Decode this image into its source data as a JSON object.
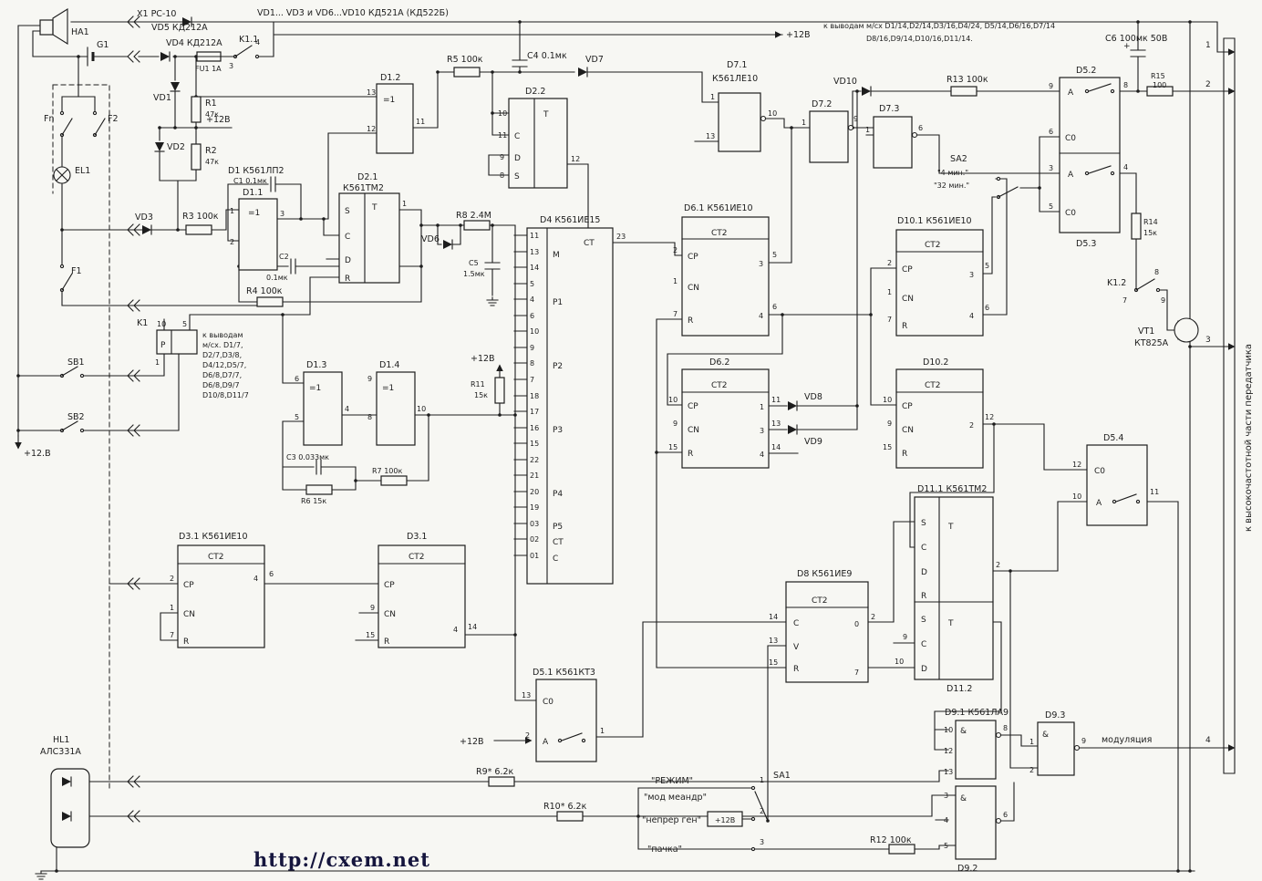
{
  "notes": {
    "x1": "X1 PC-10",
    "vd5": "VD5 КД212А",
    "diodes": "VD1... VD3 и VD6...VD10 КД521А (КД522Б)",
    "plus12": "+12В",
    "plus12b": "+12.В",
    "io1": "к выводам м/сх D1/14,D2/14,D3/16,D4/24, D5/14,D6/16,D7/14",
    "io2": "D8/16,D9/14,D10/16,D11/14.",
    "side": "к высокочастотной части передатчика",
    "wm": "http://cxem.net",
    "sa2a": "\"4 мин.\"",
    "sa2b": "\"32 мин.\"",
    "mod": "модуляция"
  },
  "io_left": {
    "l1": "к выводам",
    "l2": "м/сх. D1/7,",
    "l3": "D2/7,D3/8,",
    "l4": "D4/12,D5/7,",
    "l5": "D6/8,D7/7,",
    "l6": "D6/8,D9/7",
    "l7": "D10/8,D11/7"
  },
  "mode": {
    "rezhim": "\"РЕЖИМ\"",
    "m1": "\"мод меандр\"",
    "m2": "\"непрер ген\"",
    "m3": "\"пачка\""
  },
  "sym": {
    "xor": "=1",
    "t": "T",
    "s": "S",
    "c": "C",
    "d": "D",
    "r": "R",
    "cp": "CP",
    "cn": "CN",
    "ct2": "CT2",
    "ct": "CT",
    "c0": "C0",
    "a": "A",
    "and": "&",
    "p": "P",
    "m": "M",
    "v": "V",
    "p1": "P1",
    "p2": "P2",
    "p3": "P3",
    "p4": "P4",
    "p5": "P5",
    "plus": "+"
  },
  "nums": {
    "0": "0",
    "1": "1",
    "2": "2",
    "3": "3",
    "4": "4",
    "5": "5",
    "6": "6",
    "7": "7",
    "8": "8",
    "9": "9",
    "10": "10",
    "11": "11",
    "12": "12",
    "13": "13",
    "14": "14",
    "15": "15",
    "16": "16",
    "17": "17",
    "18": "18",
    "19": "19",
    "20": "20",
    "21": "21",
    "22": "22",
    "23": "23",
    "01": "01",
    "02": "02",
    "03": "03"
  },
  "parts": {
    "ha1": "HA1",
    "g1": "G1",
    "vd4": "VD4 КД212А",
    "fu1": "FU1 1А",
    "k11": "K1.1",
    "k1": "K1",
    "k12": "K1.2",
    "fn": "Fn",
    "f1": "F1",
    "f2": "F2",
    "el1": "EL1",
    "hl1": "HL1",
    "hl1c": "АЛС331А",
    "sb1": "SB1",
    "sb2": "SB2",
    "sa1": "SA1",
    "sa2": "SA2",
    "vd1": "VD1",
    "vd2": "VD2",
    "vd3": "VD3",
    "vd6": "VD6",
    "vd7": "VD7",
    "vd8": "VD8",
    "vd9": "VD9",
    "vd10": "VD10",
    "r1": "R1",
    "r1v": "47к",
    "r2": "R2",
    "r2v": "47к",
    "r3": "R3 100к",
    "r4": "R4 100к",
    "r5": "R5 100к",
    "r6": "R6 15к",
    "r7": "R7 100к",
    "r8": "R8 2.4М",
    "r9": "R9* 6.2к",
    "r10": "R10* 6.2к",
    "r11": "R11",
    "r11v": "15к",
    "r12": "R12 100к",
    "r13": "R13 100к",
    "r14": "R14",
    "r14v": "15к",
    "r15": "R15",
    "r15v": "100",
    "c1": "C1 0.1мк",
    "c2": "C2",
    "c2v": "0.1мк",
    "c3": "C3 0.033мк",
    "c4": "C4 0.1мк",
    "c5": "C5",
    "c5v": "1.5мк",
    "c6": "С6 100мк 50В",
    "d1chip": "D1 К561ЛП2",
    "d11": "D1.1",
    "d12": "D1.2",
    "d13": "D1.3",
    "d14": "D1.4",
    "d21": "D2.1",
    "d21c": "К561ТМ2",
    "d22": "D2.2",
    "d31a": "D3.1 К561ИЕ10",
    "d31b": "D3.1",
    "d4": "D4 К561ИЕ15",
    "d51": "D5.1 К561КТ3",
    "d52": "D5.2",
    "d53": "D5.3",
    "d54": "D5.4",
    "d61": "D6.1 К561ИЕ10",
    "d62": "D6.2",
    "d71": "D7.1",
    "d7c": "К561ЛЕ10",
    "d72": "D7.2",
    "d73": "D7.3",
    "d8": "D8 К561ИЕ9",
    "d91": "D9.1 К561ЛА9",
    "d92": "D9.2",
    "d93": "D9.3",
    "d101": "D10.1 К561ИЕ10",
    "d102": "D10.2",
    "d111": "D11.1 К561ТМ2",
    "d112": "D11.2",
    "vt1": "VT1",
    "vt1c": "КТ825А"
  }
}
